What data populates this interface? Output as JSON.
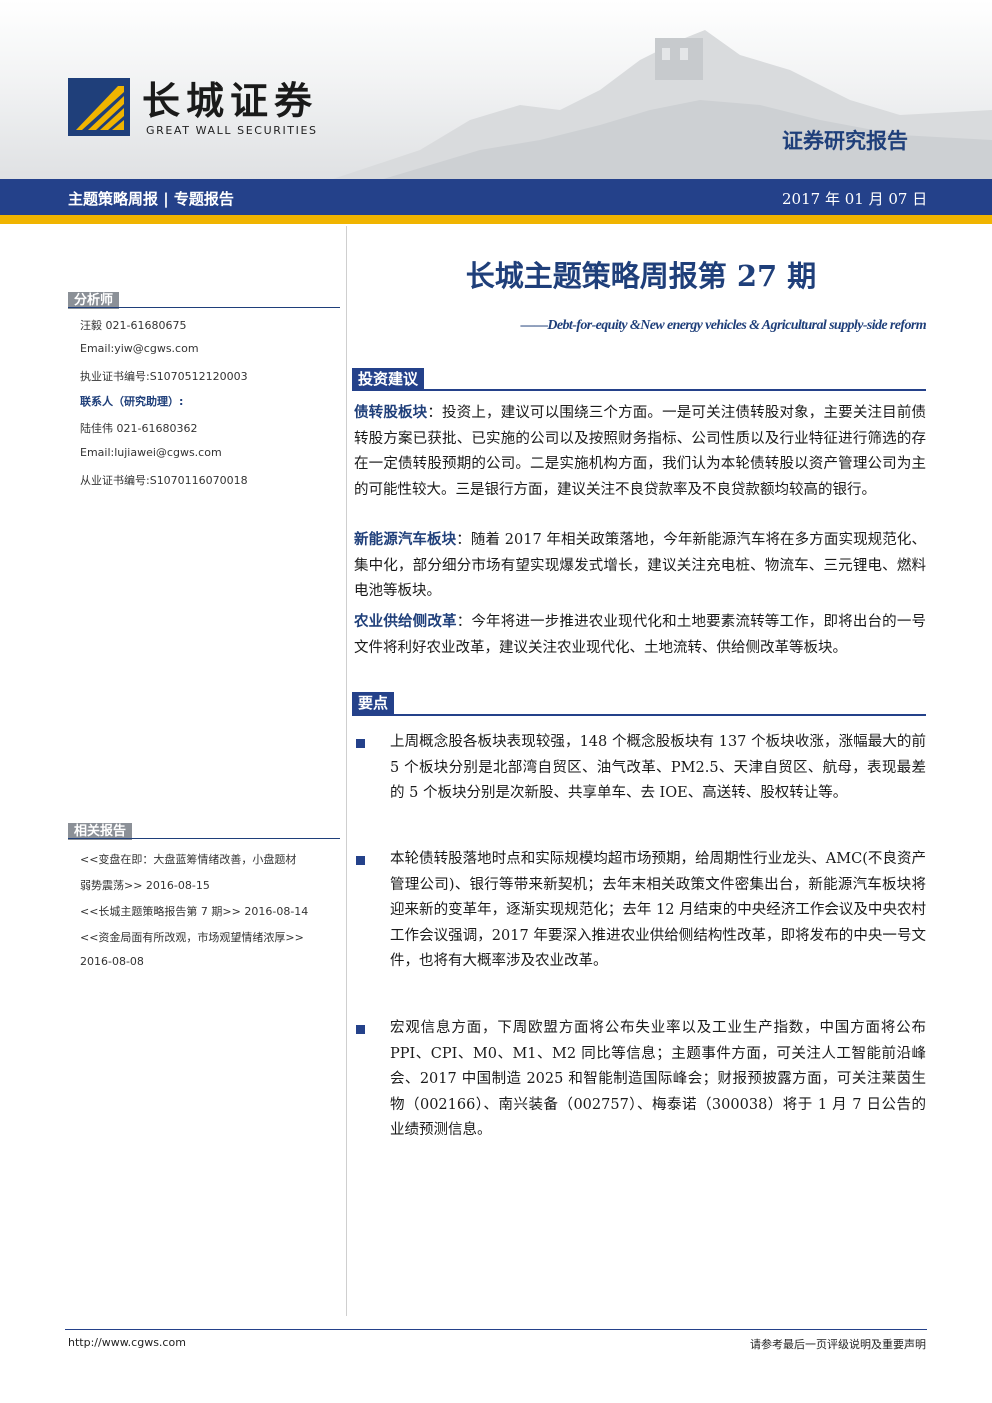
{
  "header": {
    "logo_cn": "长城证券",
    "logo_en": "GREAT WALL SECURITIES",
    "report_kind": "证券研究报告",
    "category": "主题策略周报 | 专题报告",
    "date": "2017 年 01 月 07 日",
    "colors": {
      "navy": "#24418a",
      "gold": "#f0b400"
    }
  },
  "sidebar": {
    "analyst_head": "分析师",
    "analyst_lines": [
      "汪毅 021-61680675",
      "Email:yiw@cgws.com",
      "执业证书编号:S1070512120003"
    ],
    "contact_head": "联系人（研究助理）:",
    "contact_lines": [
      "陆佳伟 021-61680362",
      "Email:lujiawei@cgws.com",
      "从业证书编号:S1070116070018"
    ],
    "related_head": "相关报告",
    "related_lines": [
      "<<变盘在即：大盘蓝筹情绪改善，小盘题材",
      "弱势震荡>> 2016-08-15",
      "<<长城主题策略报告第 7 期>> 2016-08-14",
      "<<资金局面有所改观，市场观望情绪浓厚>>",
      "2016-08-08"
    ]
  },
  "main": {
    "title": "长城主题策略周报第 27 期",
    "subtitle": "——Debt-for-equity &New energy vehicles & Agricultural supply-side reform",
    "invest_head": "投资建议",
    "invest_paras": [
      {
        "lead": "债转股板块",
        "text": "：投资上，建议可以围绕三个方面。一是可关注债转股对象，主要关注目前债转股方案已获批、已实施的公司以及按照财务指标、公司性质以及行业特征进行筛选的存在一定债转股预期的公司。二是实施机构方面，我们认为本轮债转股以资产管理公司为主的可能性较大。三是银行方面，建议关注不良贷款率及不良贷款额均较高的银行。"
      },
      {
        "lead": "新能源汽车板块",
        "text": "：随着 2017 年相关政策落地，今年新能源汽车将在多方面实现规范化、集中化，部分细分市场有望实现爆发式增长，建议关注充电桩、物流车、三元锂电、燃料电池等板块。"
      },
      {
        "lead": "农业供给侧改革",
        "text": "：今年将进一步推进农业现代化和土地要素流转等工作，即将出台的一号文件将利好农业改革，建议关注农业现代化、土地流转、供给侧改革等板块。"
      }
    ],
    "points_head": "要点",
    "points": [
      "上周概念股各板块表现较强，148 个概念股板块有 137 个板块收涨，涨幅最大的前 5 个板块分别是北部湾自贸区、油气改革、PM2.5、天津自贸区、航母，表现最差的 5 个板块分别是次新股、共享单车、去 IOE、高送转、股权转让等。",
      "本轮债转股落地时点和实际规模均超市场预期，给周期性行业龙头、AMC(不良资产管理公司)、银行等带来新契机；去年末相关政策文件密集出台，新能源汽车板块将迎来新的变革年，逐渐实现规范化；去年 12 月结束的中央经济工作会议及中央农村工作会议强调，2017 年要深入推进农业供给侧结构性改革，即将发布的中央一号文件，也将有大概率涉及农业改革。",
      "宏观信息方面，下周欧盟方面将公布失业率以及工业生产指数，中国方面将公布 PPI、CPI、M0、M1、M2 同比等信息；主题事件方面，可关注人工智能前沿峰会、2017 中国制造 2025 和智能制造国际峰会；财报预披露方面，可关注莱茵生物（002166）、南兴装备（002757）、梅泰诺（300038）将于 1 月 7 日公告的业绩预测信息。"
    ]
  },
  "footer": {
    "url": "http://www.cgws.com",
    "note": "请参考最后一页评级说明及重要声明"
  }
}
